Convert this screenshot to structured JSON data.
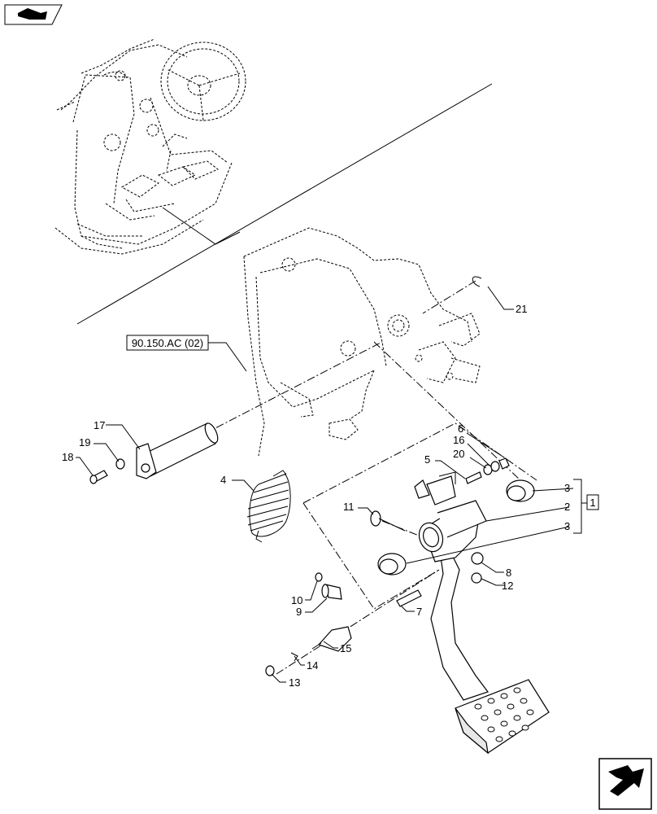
{
  "reference_label": "90.150.AC (02)",
  "bracket_label": "1",
  "callouts": {
    "c1": "21",
    "c2": "17",
    "c3": "19",
    "c4": "18",
    "c5": "4",
    "c6": "6",
    "c7": "16",
    "c8": "20",
    "c9": "5",
    "c10": "11",
    "c11": "3",
    "c12": "2",
    "c13": "3",
    "c14": "8",
    "c15": "12",
    "c16": "10",
    "c17": "9",
    "c18": "7",
    "c19": "15",
    "c20": "14",
    "c21": "13"
  },
  "icons": {
    "top": "view-arrow-icon",
    "bottom": "navigation-arrow-icon"
  }
}
